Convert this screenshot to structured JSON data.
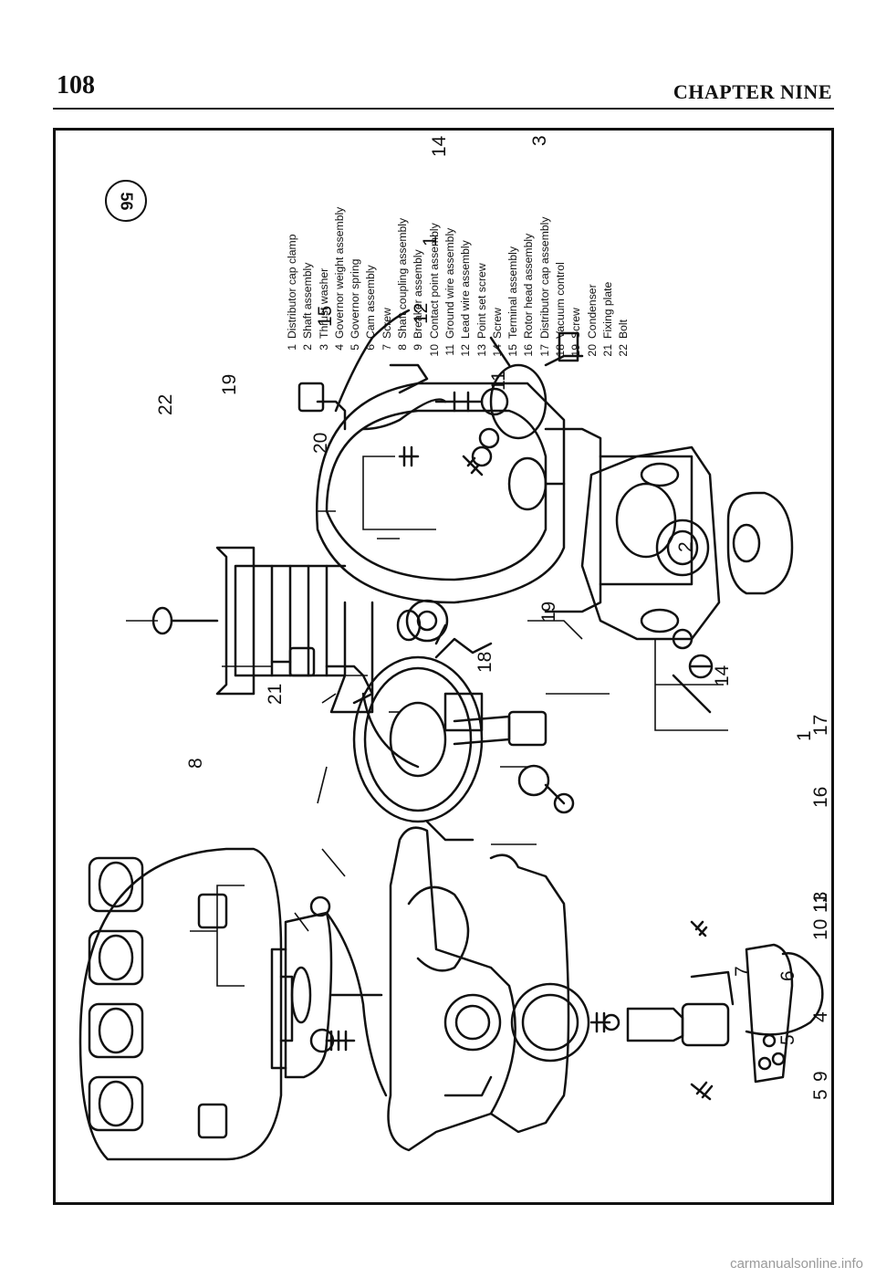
{
  "header": {
    "page_number": "108",
    "chapter_title": "CHAPTER NINE"
  },
  "figure": {
    "number": "56",
    "legend": [
      {
        "num": "1",
        "text": "Distributor cap clamp"
      },
      {
        "num": "2",
        "text": "Shaft assembly"
      },
      {
        "num": "3",
        "text": "Thrust washer"
      },
      {
        "num": "4",
        "text": "Governor weight assembly"
      },
      {
        "num": "5",
        "text": "Governor spring"
      },
      {
        "num": "6",
        "text": "Cam assembly"
      },
      {
        "num": "7",
        "text": "Screw"
      },
      {
        "num": "8",
        "text": "Shaft coupling assembly"
      },
      {
        "num": "9",
        "text": "Breaker assembly"
      },
      {
        "num": "10",
        "text": "Contact point assembly"
      },
      {
        "num": "11",
        "text": "Ground wire assembly"
      },
      {
        "num": "12",
        "text": "Lead wire assembly"
      },
      {
        "num": "13",
        "text": "Point set screw"
      },
      {
        "num": "14",
        "text": "Screw"
      },
      {
        "num": "15",
        "text": "Terminal assembly"
      },
      {
        "num": "16",
        "text": "Rotor head assembly"
      },
      {
        "num": "17",
        "text": "Distributor cap assembly"
      },
      {
        "num": "18",
        "text": "Vacuum control"
      },
      {
        "num": "19",
        "text": "Screw"
      },
      {
        "num": "20",
        "text": "Condenser"
      },
      {
        "num": "21",
        "text": "Fixing plate"
      },
      {
        "num": "22",
        "text": "Bolt"
      }
    ],
    "callouts": {
      "c3": "3",
      "c14a": "14",
      "c1a": "1",
      "c12": "12",
      "c11a": "11",
      "c15": "15",
      "c20": "20",
      "c19a": "19",
      "c2": "2",
      "c14b": "14",
      "c1b": "1",
      "c19b": "19",
      "c18": "18",
      "c21": "21",
      "c8": "8",
      "c22": "22",
      "c17": "17",
      "c16": "16",
      "c13": "13",
      "c11b": "11",
      "c10": "10",
      "c9": "9",
      "c7": "7",
      "c6": "6",
      "c5a": "5",
      "c4": "4",
      "c5b": "5"
    }
  },
  "footer": {
    "url": "carmanualsonline.info"
  }
}
